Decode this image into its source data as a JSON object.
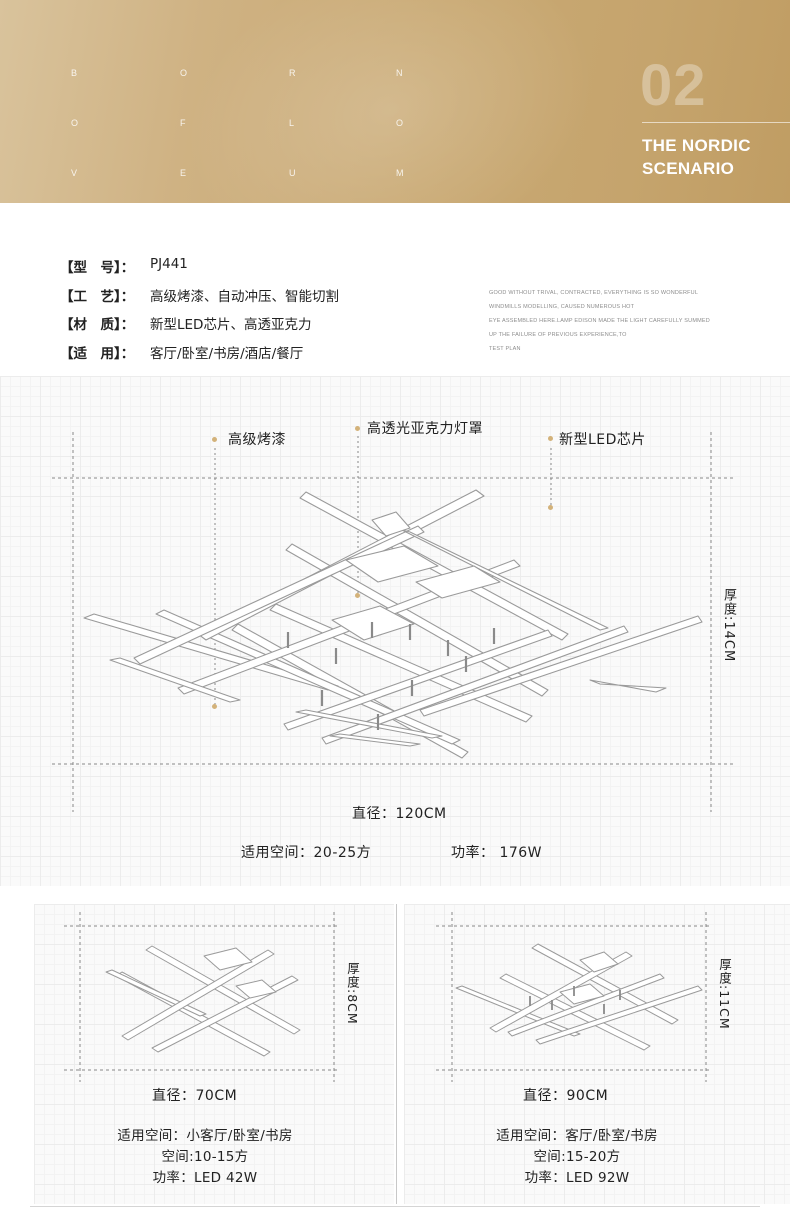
{
  "banner": {
    "letters": [
      [
        "B",
        "O",
        "R",
        "N"
      ],
      [
        "O",
        "F",
        "L",
        "O"
      ],
      [
        "V",
        "E",
        "U",
        "M"
      ]
    ],
    "number": "02",
    "title_line1": "THE NORDIC",
    "title_line2": "SCENARIO"
  },
  "specs": [
    {
      "label": "【型　号】：",
      "value": "PJ441"
    },
    {
      "label": "【工　艺】：",
      "value": "高级烤漆、自动冲压、智能切割"
    },
    {
      "label": "【材　质】：",
      "value": "新型LED芯片、高透亚克力"
    },
    {
      "label": "【适　用】：",
      "value": "客厅/卧室/书房/酒店/餐厅"
    }
  ],
  "english_text": [
    "GOOD WITHOUT TRIVAL, CONTRACTED, EVERYTHING IS SO WONDERFUL",
    "WINDMILLS MODELLING, CAUSED NUMEROUS HOT",
    "EYE ASSEMBLED HERE.LAMP EDISON MADE THE LIGHT CAREFULLY SUMMED",
    "UP THE FAILURE OF PREVIOUS EXPERIENCE,TO",
    "TEST PLAN"
  ],
  "main_product": {
    "callouts": [
      "高级烤漆",
      "高透光亚克力灯罩",
      "新型LED芯片"
    ],
    "thickness": "厚度:14CM",
    "diameter": "直径：120CM",
    "space": "适用空间：20-25方",
    "power": "功率：  176W"
  },
  "small_products": [
    {
      "thickness": "厚度:8CM",
      "diameter": "直径：70CM",
      "line1": "适用空间：小客厅/卧室/书房",
      "line2": "空间:10-15方",
      "line3": "功率：LED 42W"
    },
    {
      "thickness": "厚度:11CM",
      "diameter": "直径：90CM",
      "line1": "适用空间：客厅/卧室/书房",
      "line2": "空间:15-20方",
      "line3": "功率：LED 92W"
    }
  ],
  "colors": {
    "banner_gold": "#c9a973",
    "callout_dot": "#d3b27a"
  }
}
